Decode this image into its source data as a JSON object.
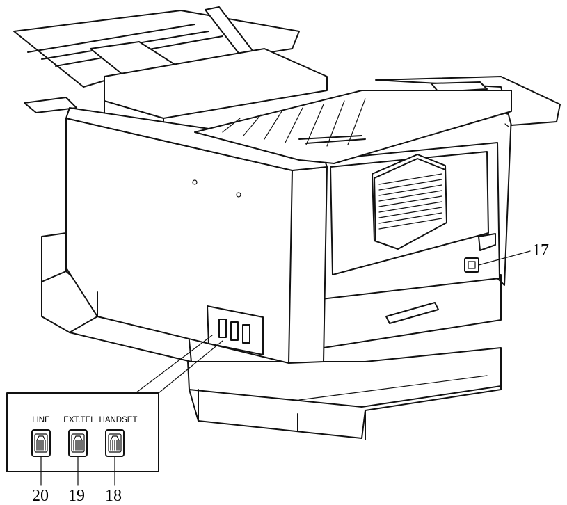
{
  "callouts": {
    "power_inlet": "17",
    "handset_jack": "18",
    "ext_tel_jack": "19",
    "line_jack": "20"
  },
  "ports": {
    "line": "LINE",
    "ext_tel": "EXT.TEL",
    "handset": "HANDSET"
  },
  "colors": {
    "line": "#111111",
    "background": "#ffffff"
  }
}
